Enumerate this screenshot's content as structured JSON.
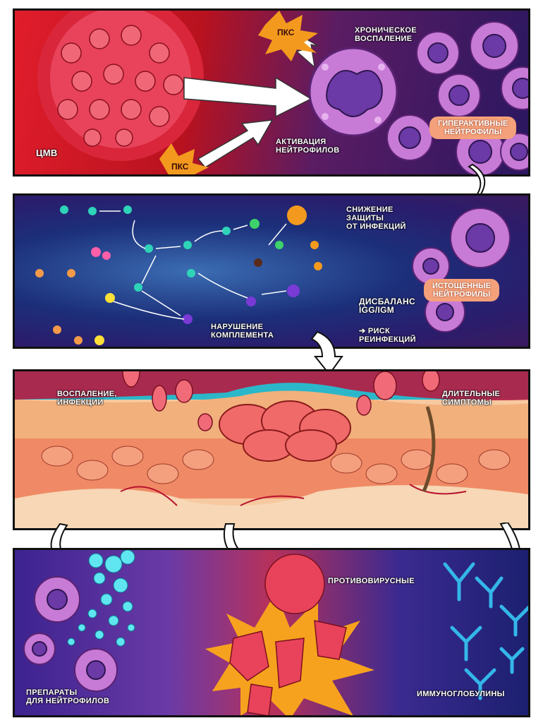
{
  "panel1": {
    "virus_label": "ЦМВ",
    "pks_label": "ПКС",
    "activation_label": "Активация\nнейтрофилов",
    "chronic_label": "Хроническое\nвоспаление",
    "hyper_label": "Гиперактивные\nнейтрофилы"
  },
  "panel2": {
    "complement_label": "Нарушение\nкомплемента",
    "defense_label": "Снижение\nзащиты\nот инфекций",
    "exhausted_label": "Истощенные\nнейтрофилы",
    "imbalance_label": "Дисбаланс\nIgG/IgM",
    "risk_label": "➔ Риск\nреинфекций"
  },
  "panel3": {
    "inflammation_label": "Воспаление,\nинфекции",
    "symptoms_label": "Длительные\nсимптомы"
  },
  "panel4": {
    "drugs_label": "Препараты\nдля нейтрофилов",
    "antiviral_label": "Противовирусные",
    "ig_label": "Иммуноглобулины"
  },
  "colors": {
    "virus": "#e8435a",
    "neutrophil": "#c77ad6",
    "nucleus": "#6b3aa6",
    "pill": "#f4a07a",
    "skin_top": "#2bb7c9",
    "antibody": "#34b6e8"
  }
}
